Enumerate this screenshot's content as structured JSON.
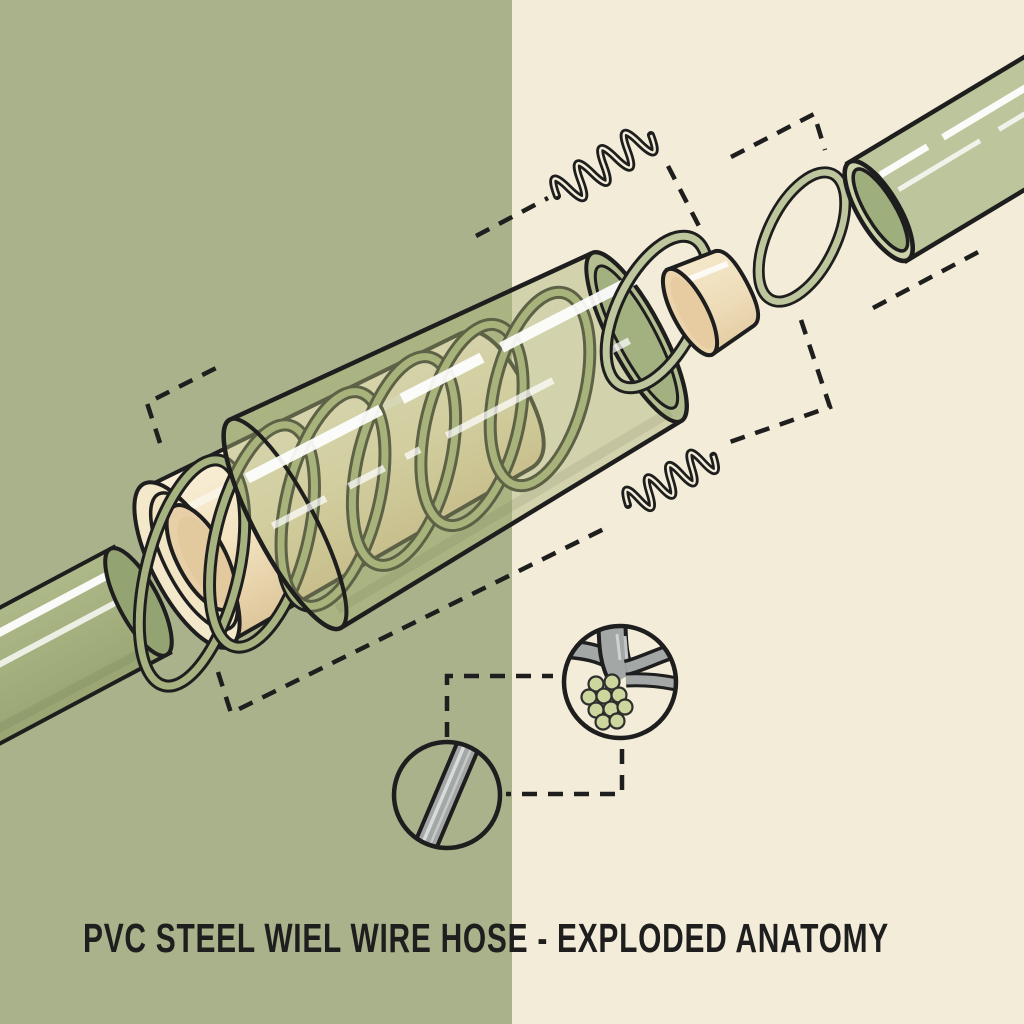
{
  "title": {
    "text": "PVC STEEL WIEL WIRE HOSE - EXPLODED ANATOMY"
  },
  "palette": {
    "ink": "#1e1e1e",
    "bg-left": "#a9b28b",
    "bg-right": "#f3ecd8",
    "hose-green": "#a4b07e",
    "hose-green-dark": "#93a371",
    "tube-segment-green": "#bcc59b",
    "coil-green": "#a6b27f",
    "ring-green": "#bdc69c",
    "outer-tube-tint": "rgba(170,180,120,0.45)",
    "pvc-core-cream": "#f2e5c3",
    "pvc-bore-tan": "#e7cfa7",
    "wire-gray": "#a3a8a7",
    "wire-highlight": "#d7dbd9",
    "bundle-green": "#ccd69d",
    "highlight-white": "#ffffff"
  },
  "parts": {
    "inner_tube": "hose inner tube",
    "pvc_core": "PVC core cylinder",
    "steel_coil": "steel wire spiral coil",
    "outer_tube": "transparent outer PVC tube",
    "wire_ring_1": "exploded wire ring",
    "wire_ring_2": "exploded wire ring",
    "collar": "core collar bushing",
    "tube_segment": "outer tube segment",
    "spring_top": "coiled wire symbol",
    "spring_bottom": "coiled wire symbol",
    "detail_bundle": "wire junction and strand bundle magnified",
    "detail_single_wire": "single steel wire magnified"
  }
}
